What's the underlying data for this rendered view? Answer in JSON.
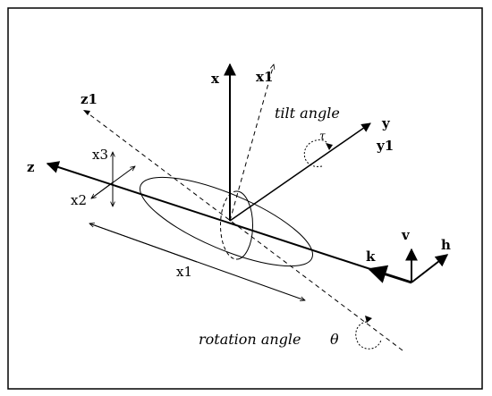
{
  "labels": {
    "x": "x",
    "x1": "x1",
    "z1": "z1",
    "tilt_angle": "tilt angle",
    "tau": "τ",
    "y": "y",
    "y1": "y1",
    "z": "z",
    "x3": "x3",
    "x2": "x2",
    "x1_dim": "x1",
    "k": "k",
    "v": "v",
    "h": "h",
    "rotation_angle": "rotation angle",
    "theta": "θ"
  },
  "colors": {
    "stroke": "#000000",
    "background": "#ffffff"
  }
}
